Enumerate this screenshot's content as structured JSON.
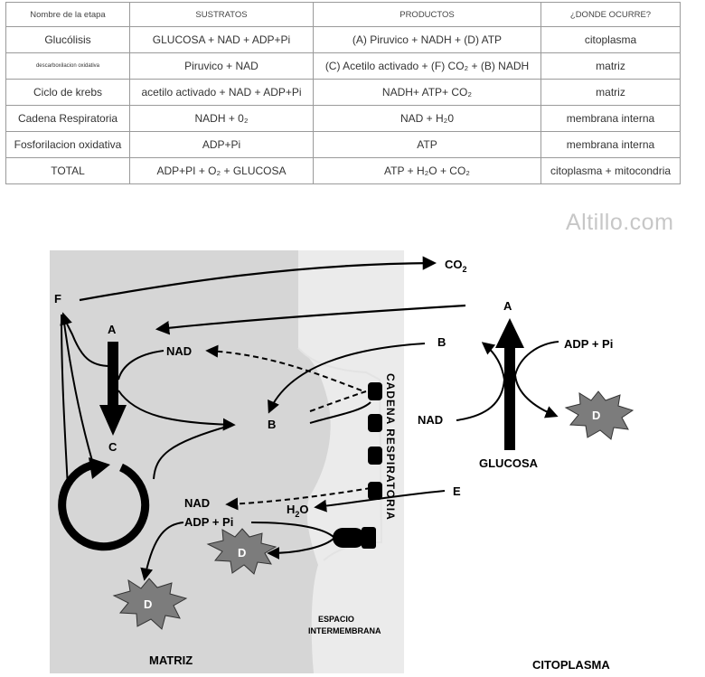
{
  "table": {
    "headers": [
      "Nombre de la etapa",
      "SUSTRATOS",
      "PRODUCTOS",
      "¿DONDE OCURRE?"
    ],
    "rows": [
      [
        "Glucólisis",
        "GLUCOSA + NAD + ADP+Pi",
        "(A) Piruvico  +  NADH +  (D) ATP",
        "citoplasma"
      ],
      [
        "descarboxilacion oxidativa",
        "Piruvico + NAD",
        "(C) Acetilo activado + (F) CO₂ +  (B) NADH",
        "matriz"
      ],
      [
        "Ciclo de krebs",
        "acetilo activado + NAD + ADP+Pi",
        "NADH+ ATP+  CO₂",
        "matriz"
      ],
      [
        "Cadena Respiratoria",
        "NADH + 0₂",
        "NAD + H₂0",
        "membrana interna"
      ],
      [
        "Fosforilacion oxidativa",
        "ADP+Pi",
        "ATP",
        "membrana interna"
      ],
      [
        "TOTAL",
        "ADP+PI + O₂ + GLUCOSA",
        "ATP + H₂O + CO₂",
        "citoplasma + mitocondria"
      ]
    ]
  },
  "watermark": "Altillo.com",
  "diagram": {
    "co2": "CO",
    "co2_sub": "2",
    "f": "F",
    "a_left": "A",
    "c": "C",
    "nad_top": "NAD",
    "b_mid": "B",
    "cadena_label": "CADENA RESPIRATORIA",
    "h2o_h": "H",
    "h2o_sub": "2",
    "h2o_o": "O",
    "nad_bottom": "NAD",
    "adp_pi_left": "ADP + Pi",
    "d_left": "D",
    "d_center": "D",
    "espacio_line1": "ESPACIO",
    "espacio_line2": "INTERMEMBRANA",
    "matriz": "MATRIZ",
    "citoplasma": "CITOPLASMA",
    "a_right": "A",
    "b_right": "B",
    "adp_pi_right": "ADP + Pi",
    "nad_right": "NAD",
    "d_right": "D",
    "glucosa": "GLUCOSA",
    "e": "E"
  },
  "colors": {
    "matrix": "#d6d6d6",
    "intermembrane": "#ebebeb",
    "starburst": "#7c7c7c",
    "ink": "#000000"
  }
}
